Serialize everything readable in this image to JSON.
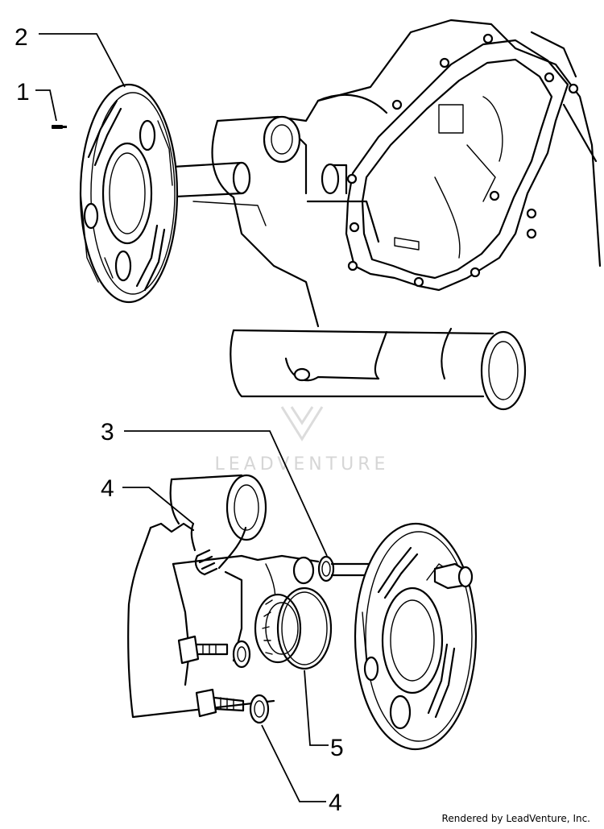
{
  "callouts": [
    {
      "id": "c1",
      "label": "1"
    },
    {
      "id": "c2",
      "label": "2"
    },
    {
      "id": "c3",
      "label": "3"
    },
    {
      "id": "c4a",
      "label": "4"
    },
    {
      "id": "c4b",
      "label": "4"
    },
    {
      "id": "c5",
      "label": "5"
    }
  ],
  "watermark": {
    "text": "LEADVENTURE"
  },
  "footer": {
    "credit": "Rendered by LeadVenture, Inc."
  },
  "colors": {
    "ink": "#000000",
    "watermark": "#d6d6d6",
    "background": "#ffffff"
  }
}
